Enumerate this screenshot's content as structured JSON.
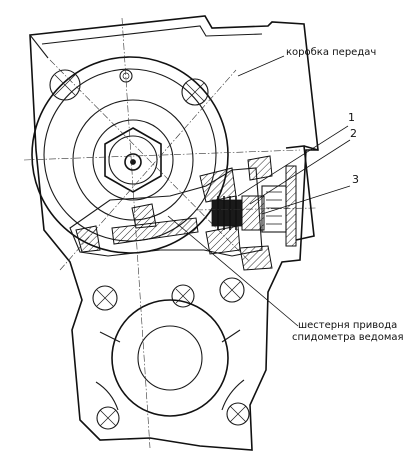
{
  "labels": {
    "gearbox": "коробка передач",
    "gear_line1": "шестерня привода",
    "gear_line2": "спидометра ведомая"
  },
  "callouts": {
    "one": "1",
    "two": "2",
    "three": "3"
  }
}
